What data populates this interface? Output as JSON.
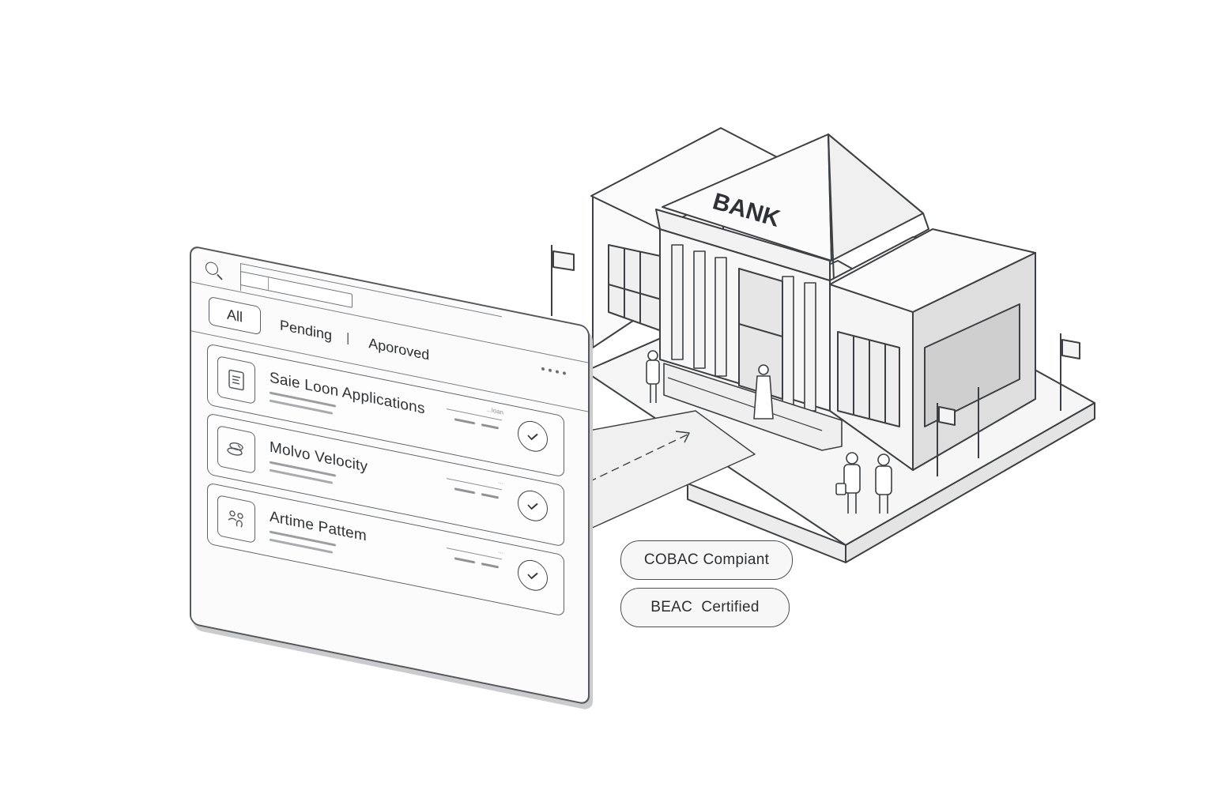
{
  "panel": {
    "search": {
      "placeholder": "",
      "icon": "search-icon"
    },
    "tabs": [
      {
        "label": "All",
        "active": true
      },
      {
        "label": "Pending",
        "active": false
      },
      {
        "label": "Aporoved",
        "active": false
      }
    ],
    "tab_separator": "|",
    "more_icon": "more-dots-icon",
    "items": [
      {
        "title": "Saie Loon Applications",
        "icon": "document-icon",
        "meta": "...loan",
        "status_icon": "check-circle-icon"
      },
      {
        "title": "Molvo Velocity",
        "icon": "velocity-icon",
        "meta": "...",
        "status_icon": "check-circle-icon"
      },
      {
        "title": "Artime Pattem",
        "icon": "people-icon",
        "meta": "...",
        "status_icon": "check-circle-icon"
      }
    ]
  },
  "building": {
    "sign": "BANK"
  },
  "badges": [
    {
      "label": "COBAC Compiant"
    },
    {
      "label": "BEAC  Certified"
    }
  ],
  "colors": {
    "line": "#3c4044",
    "fill": "#f4f4f4",
    "background": "#ffffff"
  }
}
